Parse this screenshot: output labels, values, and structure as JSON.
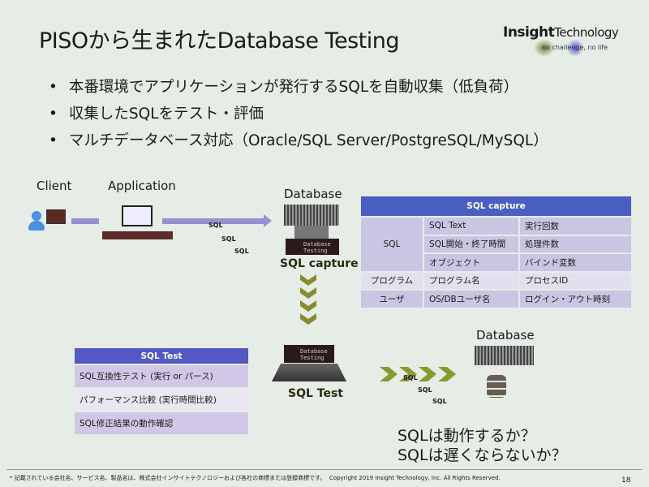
{
  "title": "PISOから生まれたDatabase Testing",
  "logo": {
    "text": "Insight",
    "text2": "Technology",
    "tagline": "no challenge, no life"
  },
  "bullets": [
    "本番環境でアプリケーションが発行するSQLを自動収集（低負荷）",
    "収集したSQLをテスト・評価",
    "マルチデータベース対応（Oracle/SQL Server/PostgreSQL/MySQL）"
  ],
  "diagram": {
    "client": "Client",
    "application": "Application",
    "database1": "Database",
    "database2": "Database",
    "sql": "SQL",
    "sql_capture": "SQL capture",
    "sql_test": "SQL Test",
    "product_label": "Database Testing"
  },
  "capture_table": {
    "title": "SQL capture",
    "rows": [
      [
        "SQL",
        "SQL Text",
        "実行回数"
      ],
      [
        "",
        "SQL開始・終了時間",
        "処理件数"
      ],
      [
        "",
        "オブジェクト",
        "バインド変数"
      ],
      [
        "プログラム",
        "プログラム名",
        "プロセスID"
      ],
      [
        "ユーザ",
        "OS/DBユーザ名",
        "ログイン・アウト時刻"
      ]
    ]
  },
  "test_table": {
    "title": "SQL Test",
    "rows": [
      "SQL互換性テスト (実行 or パース)",
      "パフォーマンス比較 (実行時間比較)",
      "SQL修正結果の動作確認"
    ]
  },
  "questions": [
    "SQLは動作するか？",
    "SQLは遅くならないか？"
  ],
  "footer": {
    "notice": "* 記載されている会社名、サービス名、製品名は、株式会社インサイトテクノロジーおよび各社の商標または登録商標です。",
    "copyright": "Copyright 2019 Insight Technology, Inc. All Rights Reserved.",
    "page": "18"
  },
  "colors": {
    "header": "#4a5ec4",
    "arrow": "#9a8fd0",
    "chevron": "#8a8a30"
  }
}
